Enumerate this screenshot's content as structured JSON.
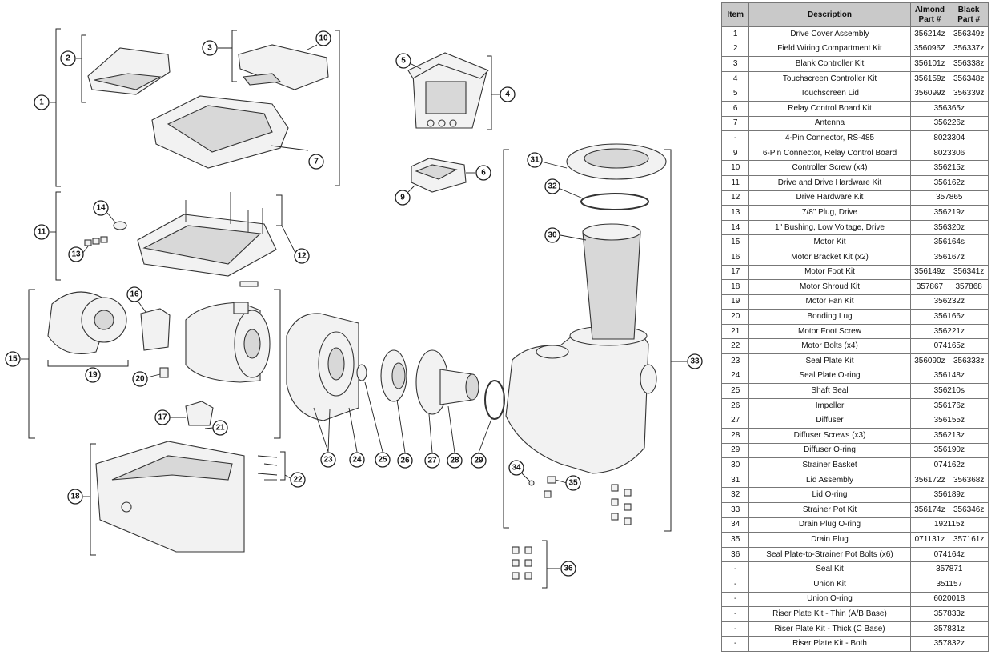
{
  "table": {
    "headers": {
      "item": "Item",
      "description": "Description",
      "almond_line1": "Almond",
      "almond_line2": "Part #",
      "black_line1": "Black",
      "black_line2": "Part #"
    },
    "rows": [
      {
        "item": "1",
        "description": "Drive Cover Assembly",
        "almond": "356214z",
        "black": "356349z"
      },
      {
        "item": "2",
        "description": "Field Wiring Compartment Kit",
        "almond": "356096Z",
        "black": "356337z"
      },
      {
        "item": "3",
        "description": "Blank Controller Kit",
        "almond": "356101z",
        "black": "356338z"
      },
      {
        "item": "4",
        "description": "Touchscreen Controller Kit",
        "almond": "356159z",
        "black": "356348z"
      },
      {
        "item": "5",
        "description": "Touchscreen Lid",
        "almond": "356099z",
        "black": "356339z"
      },
      {
        "item": "6",
        "description": "Relay Control Board Kit",
        "part": "356365z"
      },
      {
        "item": "7",
        "description": "Antenna",
        "part": "356226z"
      },
      {
        "item": "-",
        "description": "4-Pin Connector, RS-485",
        "part": "8023304"
      },
      {
        "item": "9",
        "description": "6-Pin Connector, Relay Control Board",
        "part": "8023306"
      },
      {
        "item": "10",
        "description": "Controller Screw (x4)",
        "part": "356215z"
      },
      {
        "item": "11",
        "description": "Drive and Drive Hardware Kit",
        "part": "356162z"
      },
      {
        "item": "12",
        "description": "Drive Hardware Kit",
        "part": "357865"
      },
      {
        "item": "13",
        "description": "7/8\" Plug, Drive",
        "part": "356219z"
      },
      {
        "item": "14",
        "description": "1\" Bushing, Low Voltage, Drive",
        "part": "356320z"
      },
      {
        "item": "15",
        "description": "Motor Kit",
        "part": "356164s"
      },
      {
        "item": "16",
        "description": "Motor Bracket Kit (x2)",
        "part": "356167z"
      },
      {
        "item": "17",
        "description": "Motor Foot Kit",
        "almond": "356149z",
        "black": "356341z"
      },
      {
        "item": "18",
        "description": "Motor Shroud Kit",
        "almond": "357867",
        "black": "357868"
      },
      {
        "item": "19",
        "description": "Motor Fan Kit",
        "part": "356232z"
      },
      {
        "item": "20",
        "description": "Bonding Lug",
        "part": "356166z"
      },
      {
        "item": "21",
        "description": "Motor Foot Screw",
        "part": "356221z"
      },
      {
        "item": "22",
        "description": "Motor Bolts (x4)",
        "part": "074165z"
      },
      {
        "item": "23",
        "description": "Seal Plate Kit",
        "almond": "356090z",
        "black": "356333z"
      },
      {
        "item": "24",
        "description": "Seal Plate O-ring",
        "part": "356148z"
      },
      {
        "item": "25",
        "description": "Shaft Seal",
        "part": "356210s"
      },
      {
        "item": "26",
        "description": "Impeller",
        "part": "356176z"
      },
      {
        "item": "27",
        "description": "Diffuser",
        "part": "356155z"
      },
      {
        "item": "28",
        "description": "Diffuser Screws (x3)",
        "part": "356213z"
      },
      {
        "item": "29",
        "description": "Diffuser O-ring",
        "part": "356190z"
      },
      {
        "item": "30",
        "description": "Strainer Basket",
        "part": "074162z"
      },
      {
        "item": "31",
        "description": "Lid Assembly",
        "almond": "356172z",
        "black": "356368z"
      },
      {
        "item": "32",
        "description": "Lid O-ring",
        "part": "356189z"
      },
      {
        "item": "33",
        "description": "Strainer Pot Kit",
        "almond": "356174z",
        "black": "356346z"
      },
      {
        "item": "34",
        "description": "Drain Plug O-ring",
        "part": "192115z"
      },
      {
        "item": "35",
        "description": "Drain Plug",
        "almond": "071131z",
        "black": "357161z"
      },
      {
        "item": "36",
        "description": "Seal Plate-to-Strainer Pot Bolts (x6)",
        "part": "074164z"
      },
      {
        "item": "-",
        "description": "Seal Kit",
        "part": "357871"
      },
      {
        "item": "-",
        "description": "Union Kit",
        "part": "351157"
      },
      {
        "item": "-",
        "description": "Union O-ring",
        "part": "6020018"
      },
      {
        "item": "-",
        "description": "Riser Plate Kit - Thin (A/B Base)",
        "part": "357833z"
      },
      {
        "item": "-",
        "description": "Riser Plate Kit - Thick (C Base)",
        "part": "357831z"
      },
      {
        "item": "-",
        "description": "Riser Plate Kit - Both",
        "part": "357832z"
      }
    ]
  },
  "diagram": {
    "callouts": [
      "1",
      "2",
      "3",
      "4",
      "5",
      "6",
      "7",
      "9",
      "10",
      "11",
      "12",
      "13",
      "14",
      "15",
      "16",
      "17",
      "18",
      "19",
      "20",
      "21",
      "22",
      "23",
      "24",
      "25",
      "26",
      "27",
      "28",
      "29",
      "30",
      "31",
      "32",
      "33",
      "34",
      "35",
      "36"
    ]
  }
}
